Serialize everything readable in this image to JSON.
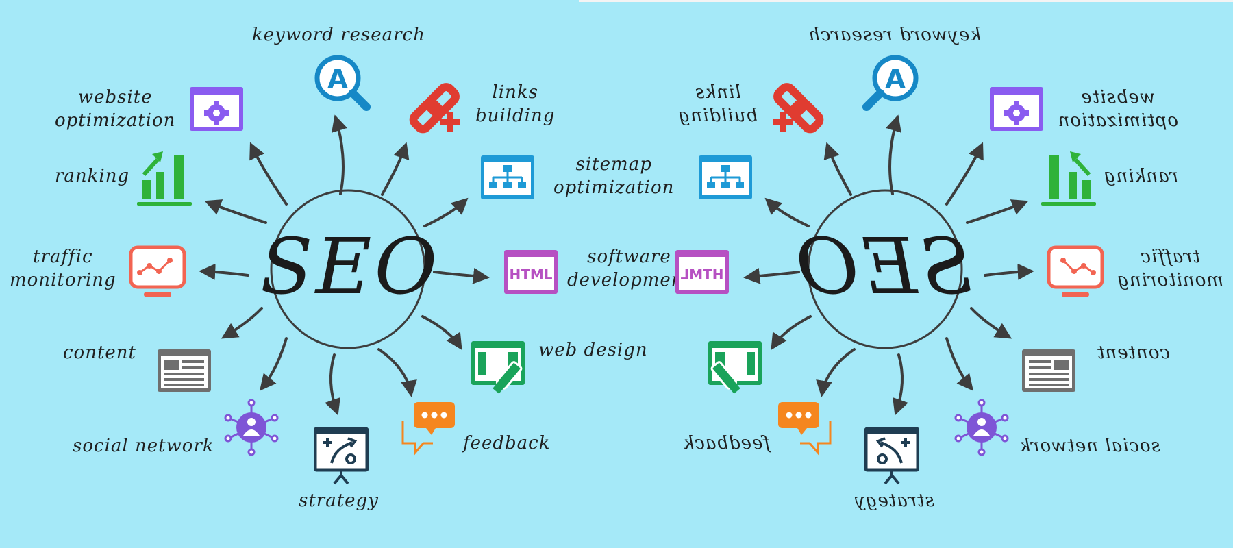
{
  "center_label": "SEO",
  "topics": {
    "keyword_research": "keyword research",
    "website_optimization": "website\noptimization",
    "links_building": "links\nbuilding",
    "ranking": "ranking",
    "sitemap_optimization": "sitemap\noptimization",
    "traffic_monitoring": "traffic\nmonitoring",
    "software_development": "software\ndevelopment",
    "content": "content",
    "web_design": "web design",
    "social_network": "social network",
    "feedback": "feedback",
    "strategy": "strategy"
  },
  "icons": {
    "keyword": "A",
    "html": "HTML"
  },
  "colors": {
    "background": "#a5e9f8",
    "keyword_blue": "#1688c6",
    "purple": "#8a5cf0",
    "link_red": "#e03c31",
    "ranking_green": "#2fb23a",
    "sitemap_blue": "#1e9ad6",
    "traffic_coral": "#f26452",
    "html_magenta": "#b650c2",
    "content_gray": "#6f6f6f",
    "webdesign_green": "#1aa35a",
    "social_violet": "#7e55d6",
    "feedback_orange": "#f5861f",
    "strategy_navy": "#1f3d52"
  }
}
